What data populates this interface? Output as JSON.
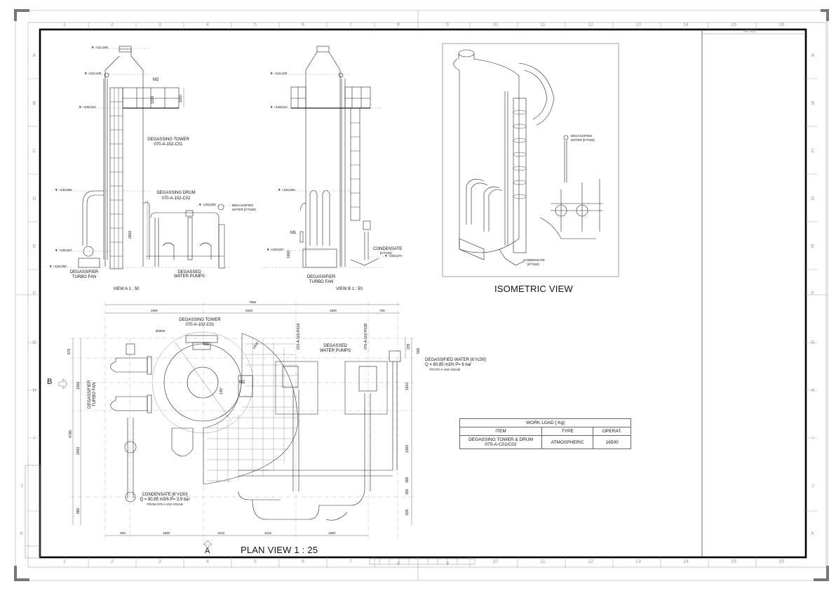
{
  "sheet": {
    "notes_header": "NOTES",
    "col_numbers": [
      "1",
      "2",
      "3",
      "4",
      "5",
      "6",
      "7",
      "8",
      "9",
      "10",
      "11",
      "12",
      "13",
      "14",
      "15",
      "16"
    ],
    "row_letters": [
      "A",
      "B",
      "C",
      "D",
      "E",
      "F",
      "G",
      "H",
      "I",
      "J",
      "K"
    ]
  },
  "view_a": {
    "caption": "VIEW A  1 : 50",
    "elevations": [
      "+111,500",
      "+110,100",
      "+108,510",
      "+100,860",
      "+100,607",
      "+100,000",
      "+103,000"
    ],
    "tower_label": "DEGASSING TOWER",
    "tower_tag": "070-A-102-C01",
    "drum_label": "DEGASSING DRUM",
    "drum_tag": "070-A-102-C02",
    "manhole": "M2",
    "dim_1200": "1200",
    "dim_1160": "1160",
    "dim_2800": "2800",
    "degassified_line1": "DEGASSIFIED",
    "degassified_line2": "WATER [6\"#150]",
    "fan_line1": "DEGASSIFIER",
    "fan_line2": "TURBO FAN",
    "pumps_line1": "DEGASSED",
    "pumps_line2": "WATER PUMPS"
  },
  "view_b": {
    "caption": "VIEW B  1 : 50",
    "elevations": [
      "+110,100",
      "+108,510",
      "+100,860",
      "+100,607",
      "+100,570"
    ],
    "manhole": "M1",
    "dim_1600": "1600",
    "condensate_line1": "CONDENSATE",
    "condensate_line2": "[6\"#150]",
    "fan_line1": "DEGASSIFIER",
    "fan_line2": "TURBO FAN"
  },
  "isometric": {
    "title": "ISOMETRIC VIEW",
    "degassified_line1": "DEGASSIFIED",
    "degassified_line2": "WATER [6\"#150]",
    "condensate_line1": "CONDENSATE",
    "condensate_line2": "[6\"#150]"
  },
  "plan_view": {
    "title": "PLAN VIEW   1 : 25",
    "section_b": "B",
    "section_a": "A",
    "overall_dim": "7585",
    "top_dims": [
      "2500",
      "2530",
      "1800",
      "755"
    ],
    "bottom_dims": [
      "600",
      "1900",
      "1010",
      "1515",
      "1800"
    ],
    "left_dims": [
      "675",
      "1000",
      "2430",
      "880"
    ],
    "left_total": "4785",
    "right_dims": [
      "235",
      "500",
      "1910",
      "1360",
      "285",
      "300",
      "635"
    ],
    "tower_label": "DEGASSING TOWER",
    "tower_tag": "070-A-102-C01",
    "diameter": "Ø3600",
    "manhole_1": "M1",
    "manhole_2": "M2",
    "angle": "135°",
    "platform_dim": "1400",
    "fan_line1": "DEGASSIFIER",
    "fan_line2": "TURBO FAN",
    "pump_a_tag": "070-A-102-P01A",
    "pump_b_tag": "070-A-102-P01B",
    "pumps_line1": "DEGASSED",
    "pumps_line2": "WATER PUMPS",
    "degassified_title": "DEGASSIFIED WATER [6\"#150]",
    "degassified_flow": "Q = 80,85 m3/h    P= 6 bar",
    "degassified_to": "TO 070-A-102-V02AB",
    "condensate_title": "CONDENSATE  [6\"#150]",
    "condensate_flow": "Q = 80,85 m3/h  P= 3,9 bar",
    "condensate_from": "FROM 070-A-102-V01AB"
  },
  "work_load": {
    "title": "WORK LOAD [ Kg]",
    "headers": [
      "ITEM",
      "TYPE",
      "OPERAT."
    ],
    "rows": [
      {
        "item_line1": "DEGASSING TOWER & DRUM",
        "item_line2": "070-A-C01/C02",
        "type": "ATMOSPHERIC",
        "operat": "16500"
      }
    ]
  }
}
